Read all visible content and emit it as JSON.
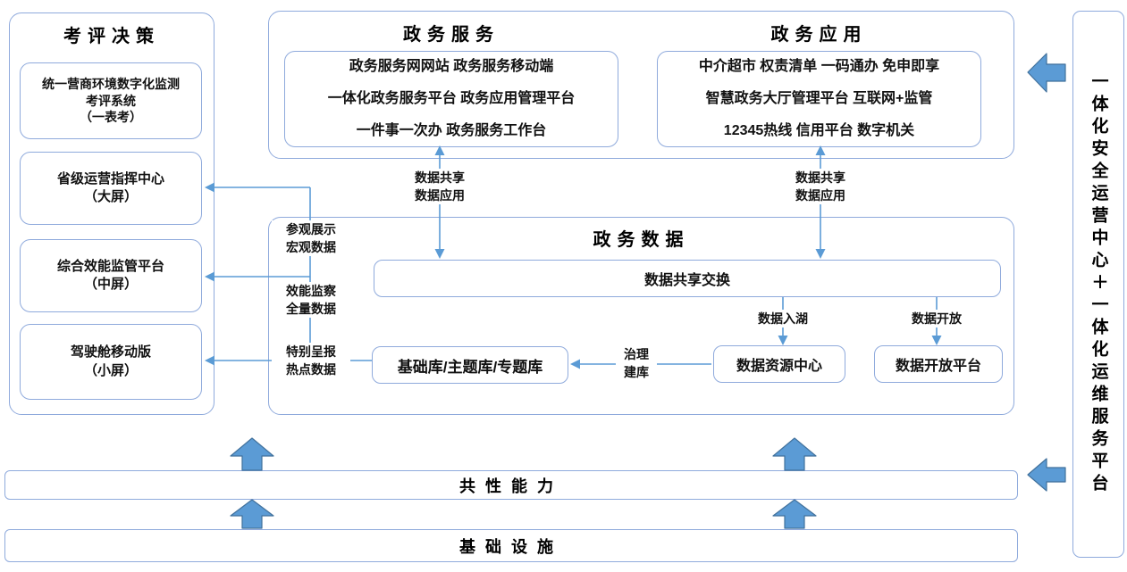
{
  "colors": {
    "accent": "#5B9BD5",
    "box_border": "#8FAADC",
    "block_arrow_border": "#41719C",
    "text": "#000000"
  },
  "left_panel": {
    "title": "考评决策",
    "boxes": [
      {
        "l1": "统一营商环境数字化监测",
        "l2": "考评系统",
        "l3": "（一表考）"
      },
      {
        "l1": "省级运营指挥中心",
        "l2": "（大屏）"
      },
      {
        "l1": "综合效能监管平台",
        "l2": "（中屏）"
      },
      {
        "l1": "驾驶舱移动版",
        "l2": "（小屏）"
      }
    ]
  },
  "top_section": {
    "service": {
      "title": "政务服务",
      "lines": [
        "政务服务网网站 政务服务移动端",
        "一体化政务服务平台 政务应用管理平台",
        "一件事一次办 政务服务工作台"
      ]
    },
    "application": {
      "title": "政务应用",
      "lines": [
        "中介超市 权责清单 一码通办 免申即享",
        "智慧政务大厅管理平台 互联网+监管",
        "12345热线 信用平台 数字机关"
      ]
    }
  },
  "data_section": {
    "title": "政务数据",
    "exchange_bar": "数据共享交换",
    "base_library": "基础库/主题库/专题库",
    "resource_center": "数据资源中心",
    "open_platform": "数据开放平台"
  },
  "flow": {
    "share_left": {
      "l1": "数据共享",
      "l2": "数据应用"
    },
    "share_right": {
      "l1": "数据共享",
      "l2": "数据应用"
    },
    "visit": {
      "l1": "参观展示",
      "l2": "宏观数据"
    },
    "monitor": {
      "l1": "效能监察",
      "l2": "全量数据"
    },
    "special": {
      "l1": "特别呈报",
      "l2": "热点数据"
    },
    "lake": "数据入湖",
    "open": "数据开放",
    "govern": {
      "l1": "治理",
      "l2": "建库"
    }
  },
  "bottom": {
    "capability": "共性能力",
    "infrastructure": "基础设施"
  },
  "right_panel": {
    "text": "一体化安全运营中心＋一体化运维服务平台"
  }
}
